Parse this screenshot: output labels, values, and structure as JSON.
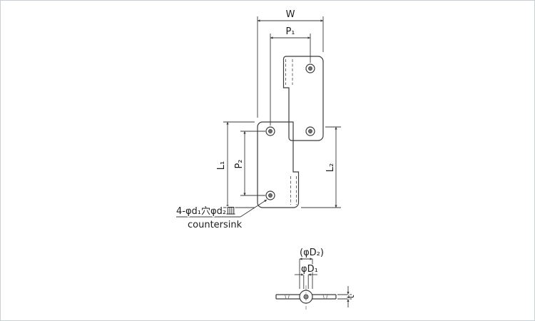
{
  "colors": {
    "line": "#3a3a3a",
    "plate_fill": "#d6d6d6",
    "background": "#ffffff",
    "frame_border": "#c9ced3"
  },
  "front_view": {
    "dim_labels": {
      "width": "W",
      "pitch1": "P₁",
      "length1": "L₁",
      "pitch2": "P₂",
      "length2": "L₂"
    },
    "note": {
      "line1": "4-φd₁穴φd₂皿",
      "line2": "countersink"
    }
  },
  "section_view": {
    "dim_labels": {
      "outer_dia": "(φD₂)",
      "pin_dia": "φD₁",
      "thickness": "t"
    }
  }
}
